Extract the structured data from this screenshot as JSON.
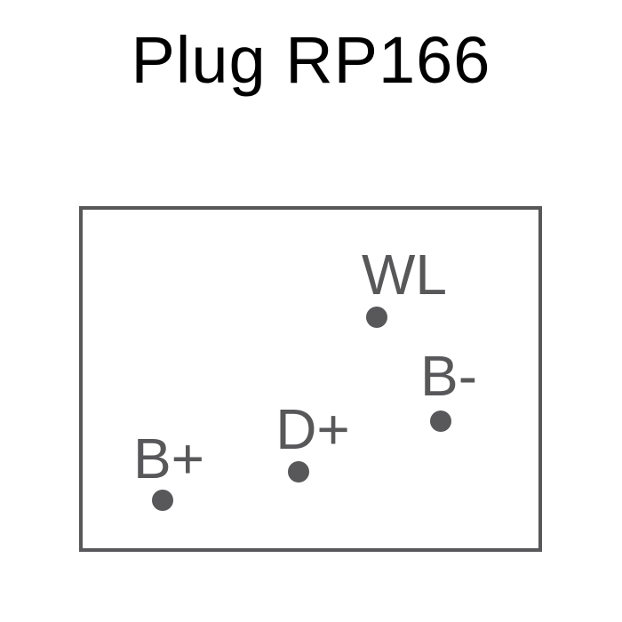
{
  "title": "Plug RP166",
  "colors": {
    "outline": "#58585a",
    "pin": "#58585a",
    "title": "#000000"
  },
  "pins": [
    {
      "label": "WL"
    },
    {
      "label": "B-"
    },
    {
      "label": "D+"
    },
    {
      "label": "B+"
    }
  ]
}
